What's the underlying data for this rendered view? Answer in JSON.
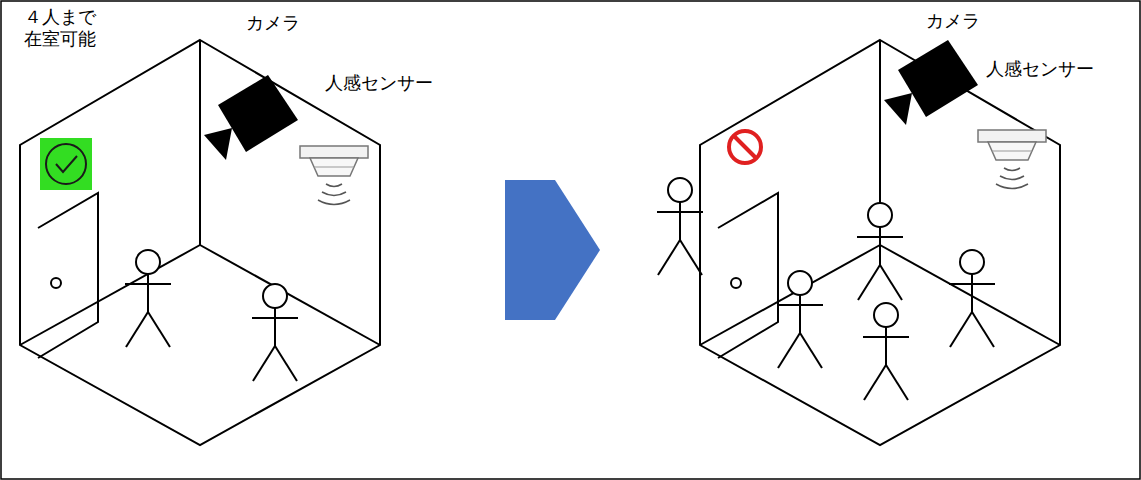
{
  "diagram": {
    "labels": [
      "４人まで 在室可能",
      "カメラ",
      "人感センサー",
      "カメラ",
      "人感センサー"
    ]
  }
}
